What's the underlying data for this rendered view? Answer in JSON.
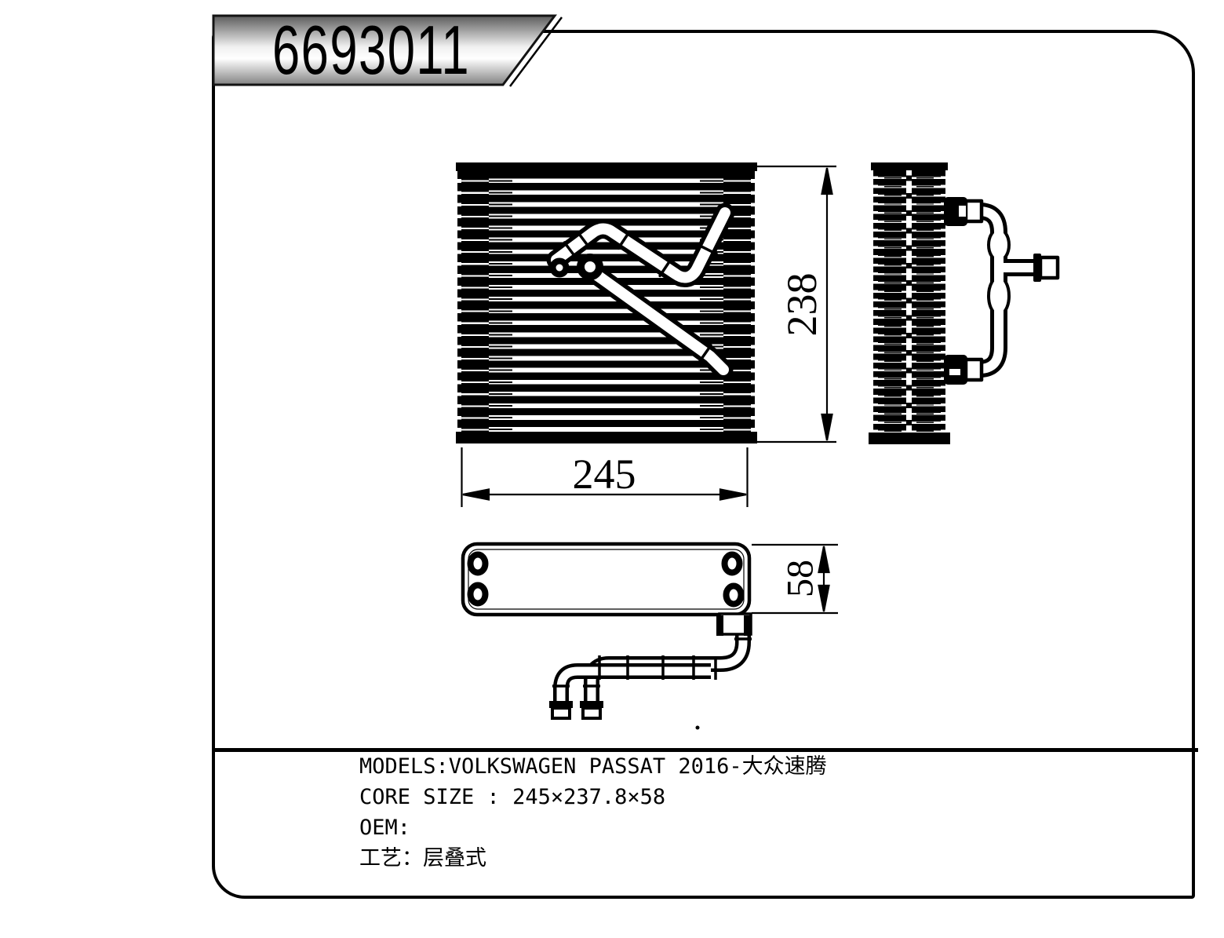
{
  "banner": {
    "part_number": "6693011"
  },
  "dimensions": {
    "width": "245",
    "height": "238",
    "depth": "58"
  },
  "specs": {
    "models": "MODELS:VOLKSWAGEN PASSAT 2016-大众速腾",
    "core_size": "CORE SIZE : 245×237.8×58",
    "oem": "OEM:",
    "process": "工艺：层叠式"
  },
  "colors": {
    "line": "#000000",
    "background": "#ffffff",
    "banner_gradient_top": "#606060",
    "banner_gradient_light": "#ffffff",
    "banner_gradient_bottom": "#858585"
  }
}
